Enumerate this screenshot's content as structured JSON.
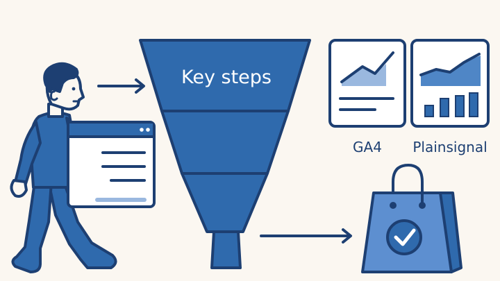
{
  "funnel": {
    "title": "Key steps",
    "stage_count": 4
  },
  "cards": [
    {
      "label": "GA4",
      "icon": "area-chart-icon"
    },
    {
      "label": "Plainsignal",
      "icon": "area-bar-chart-icon"
    }
  ],
  "icons": {
    "person": "walking-person-icon",
    "browser": "browser-window-icon",
    "bag": "shopping-bag-check-icon"
  },
  "colors": {
    "background": "#fbf7f1",
    "primary": "#2f6aad",
    "dark": "#1d3f72",
    "light": "#9ab8df"
  }
}
